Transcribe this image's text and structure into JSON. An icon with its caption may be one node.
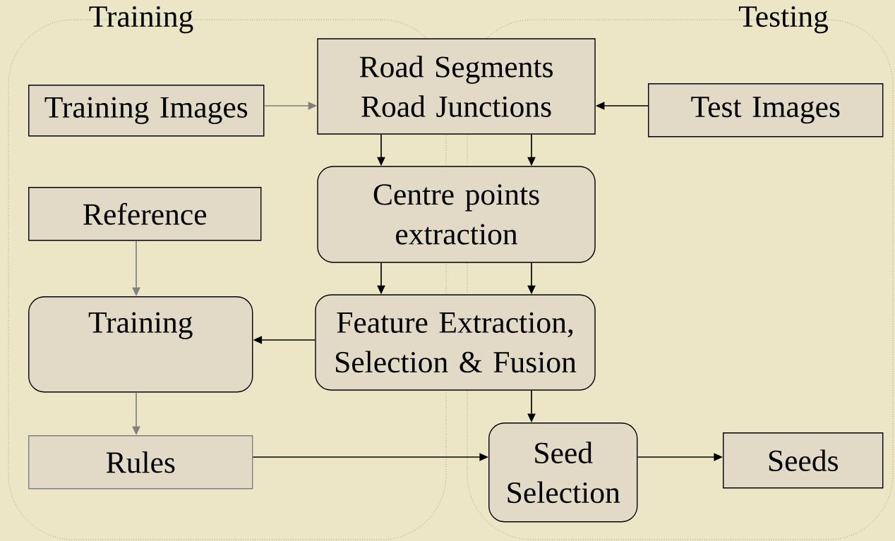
{
  "diagram": {
    "nodes": [
      {
        "text": [
          "Training"
        ]
      },
      {
        "text": [
          "Testing"
        ]
      },
      {
        "text": [
          "Training Images"
        ],
        "in": 0
      },
      {
        "text": [
          "Road Segments Road Junctions"
        ]
      },
      {
        "text": [
          "Test Images"
        ],
        "in": 1
      },
      {
        "text": [
          "Reference"
        ],
        "in": 0
      },
      {
        "text": [
          "Centre points extraction"
        ]
      },
      {
        "text": [
          "Training"
        ],
        "in": 0
      },
      {
        "text": [
          "Feature Extraction, Selection & Fusion"
        ]
      },
      {
        "text": [
          "Rules"
        ],
        "in": 0
      },
      {
        "text": [
          "Seed Selection"
        ],
        "in": 1
      },
      {
        "text": [
          "Seeds"
        ],
        "in": 1
      }
    ],
    "edges": [
      {
        "from": 2,
        "to": 3,
        "arrow": "to",
        "color": "#808080"
      },
      {
        "from": 4,
        "to": 3,
        "arrow": "to"
      },
      {
        "from": 3,
        "to": 6,
        "arrow": "to"
      },
      {
        "from": 3,
        "to": 6,
        "arrow": "to"
      },
      {
        "from": 6,
        "to": 8,
        "arrow": "to"
      },
      {
        "from": 6,
        "to": 8,
        "arrow": "to"
      },
      {
        "from": 5,
        "to": 7,
        "arrow": "to",
        "color": "#808080"
      },
      {
        "from": 8,
        "to": 7,
        "arrow": "to"
      },
      {
        "from": 7,
        "to": 9,
        "arrow": "to",
        "color": "#808080"
      },
      {
        "from": 8,
        "to": 10,
        "arrow": "to"
      },
      {
        "from": 9,
        "to": 10,
        "arrow": "to"
      },
      {
        "from": 10,
        "to": 11,
        "arrow": "to"
      }
    ]
  }
}
